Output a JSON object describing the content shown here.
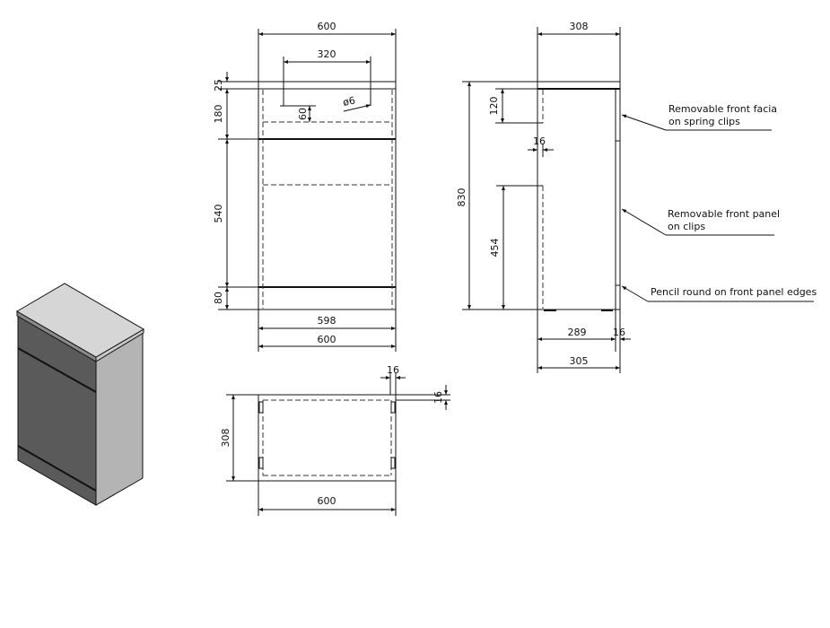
{
  "front_view": {
    "overall_width_top": "600",
    "pipe_spacing": "320",
    "pipe_drop": "60",
    "hole_diameter": "ø6",
    "worktop_thickness": "25",
    "facia_height": "180",
    "panel_height": "540",
    "plinth_height": "80",
    "door_width": "598",
    "overall_width_bottom": "600"
  },
  "side_view": {
    "overall_depth_top": "308",
    "overall_height": "830",
    "cutout_top": "120",
    "panel_thickness": "16",
    "cutout_height": "454",
    "carcass_depth": "289",
    "front_thickness": "16",
    "overall_depth_bottom": "305"
  },
  "callouts": [
    {
      "line1": "Removable front facia",
      "line2": "on spring clips"
    },
    {
      "line1": "Removable front panel",
      "line2": "on clips"
    },
    {
      "line1": "Pencil round on front panel edges",
      "line2": ""
    }
  ],
  "plan_view": {
    "side_thickness": "16",
    "back_thickness": "16",
    "depth": "308",
    "width": "600"
  },
  "colors": {
    "front": "#5a5a5a",
    "top": "#d6d6d6",
    "side": "#b4b4b4"
  }
}
